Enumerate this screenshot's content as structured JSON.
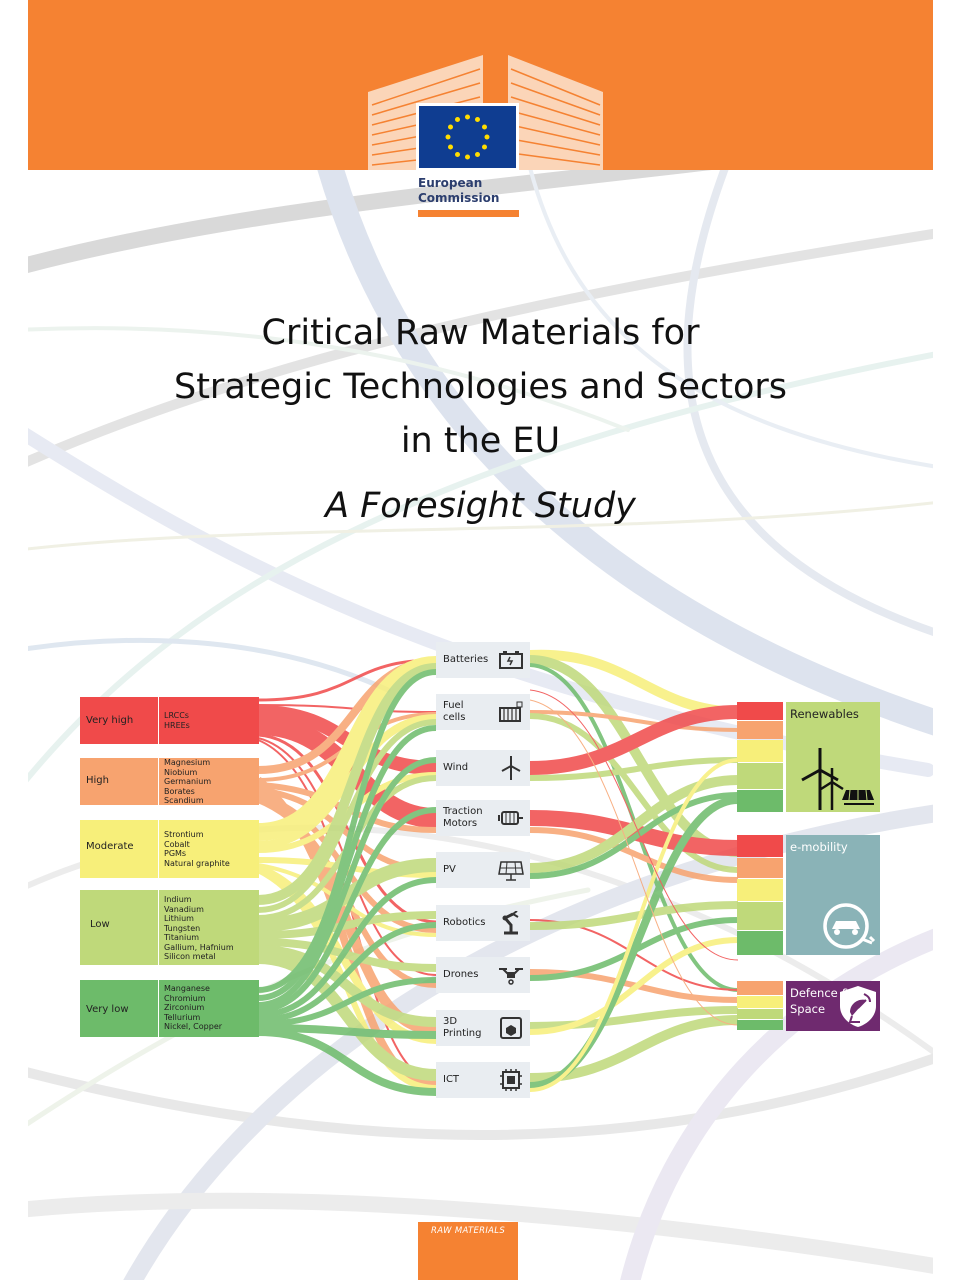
{
  "publisher": {
    "name_line1": "European",
    "name_line2": "Commission"
  },
  "title_lines": [
    "Critical Raw Materials for",
    "Strategic Technologies and Sectors",
    "in the EU"
  ],
  "subtitle": "A Foresight Study",
  "supply_risk_levels": [
    {
      "label": "Very high",
      "materials": [
        "LRCCs",
        "HREEs"
      ],
      "color": "#f04a4a"
    },
    {
      "label": "High",
      "materials": [
        "Magnesium",
        "Niobium",
        "Germanium",
        "Borates",
        "Scandium"
      ],
      "color": "#f7a36f"
    },
    {
      "label": "Moderate",
      "materials": [
        "Strontium",
        "Cobalt",
        "PGMs",
        "Natural graphite"
      ],
      "color": "#f7ef7a"
    },
    {
      "label": "Low",
      "materials": [
        "Indium",
        "Vanadium",
        "Lithium",
        "Tungsten",
        "Titanium",
        "Gallium, Hafnium",
        "Silicon metal"
      ],
      "color": "#bfd97a"
    },
    {
      "label": "Very low",
      "materials": [
        "Manganese",
        "Chromium",
        "Zirconium",
        "Tellurium",
        "Nickel, Copper"
      ],
      "color": "#6dbb6a"
    }
  ],
  "technologies": [
    {
      "label_lines": [
        "Batteries"
      ],
      "icon": "battery-icon"
    },
    {
      "label_lines": [
        "Fuel",
        "cells"
      ],
      "icon": "fuel-cell-icon"
    },
    {
      "label_lines": [
        "Wind"
      ],
      "icon": "wind-turbine-icon"
    },
    {
      "label_lines": [
        "Traction",
        "Motors"
      ],
      "icon": "motor-icon"
    },
    {
      "label_lines": [
        "PV"
      ],
      "icon": "solar-panel-icon"
    },
    {
      "label_lines": [
        "Robotics"
      ],
      "icon": "robot-arm-icon"
    },
    {
      "label_lines": [
        "Drones"
      ],
      "icon": "drone-icon"
    },
    {
      "label_lines": [
        "3D",
        "Printing"
      ],
      "icon": "3d-printer-icon"
    },
    {
      "label_lines": [
        "ICT"
      ],
      "icon": "chip-icon"
    }
  ],
  "sectors": [
    {
      "label_lines": [
        "Renewables"
      ],
      "color": "#bfd97a",
      "text_color": "#222222",
      "icon": "wind-solar-icon"
    },
    {
      "label_lines": [
        "e-mobility"
      ],
      "color": "#8ab3b7",
      "text_color": "#ffffff",
      "icon": "ev-plug-icon"
    },
    {
      "label_lines": [
        "Defence &",
        "Space"
      ],
      "color": "#6f2a6f",
      "text_color": "#ffffff",
      "icon": "satellite-shield-icon"
    }
  ],
  "series_label": "RAW MATERIALS",
  "colors": {
    "orange": "#f58232",
    "eu_blue": "#0f3d91",
    "eu_yellow": "#ffdd00"
  }
}
